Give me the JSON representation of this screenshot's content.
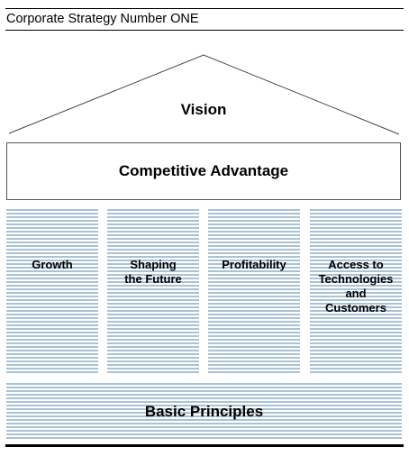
{
  "header": {
    "title": "Corporate Strategy Number ONE"
  },
  "diagram": {
    "roof_label": "Vision",
    "beam_label": "Competitive Advantage",
    "pillars": [
      {
        "label": "Growth"
      },
      {
        "label": "Shaping\nthe Future"
      },
      {
        "label": "Profitability"
      },
      {
        "label": "Access to\nTechnologies\nand\nCustomers"
      }
    ],
    "base_label": "Basic Principles"
  },
  "colors": {
    "stripe": "#a9c2d6",
    "line": "#000000"
  }
}
